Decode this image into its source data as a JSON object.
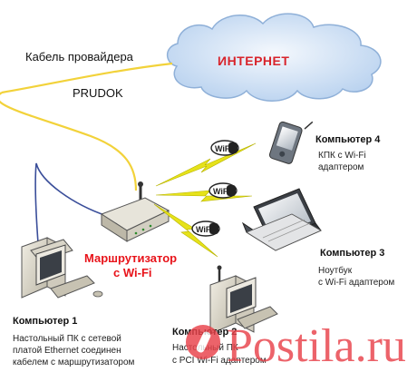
{
  "cloud": {
    "label": "ИНТЕРНЕТ"
  },
  "cable": {
    "label": "Кабель провайдера",
    "provider": "PRUDOK"
  },
  "router": {
    "line1": "Маршрутизатор",
    "line2": "с Wi-Fi"
  },
  "wifi_badge": "WiFi",
  "pc1": {
    "title": "Компьютер 1",
    "desc": [
      "Настольный ПК с сетевой",
      "платой Ethernet соединен",
      "кабелем с маршрутизатором"
    ]
  },
  "pc2": {
    "title": "Компьютер 2",
    "desc": [
      "Настольный ПК",
      "с PCI Wi-Fi адаптером"
    ]
  },
  "pc3": {
    "title": "Компьютер 3",
    "desc": [
      "Ноутбук",
      "с Wi-Fi адаптером"
    ]
  },
  "pc4": {
    "title": "Компьютер 4",
    "desc": [
      "КПК с Wi-Fi",
      "адаптером"
    ]
  },
  "watermark": "Postila.ru",
  "colors": {
    "cable": "#f2d23a",
    "bolt": "#e6e21a",
    "cloud": "#c8dcf3",
    "accent": "#e8131a"
  }
}
